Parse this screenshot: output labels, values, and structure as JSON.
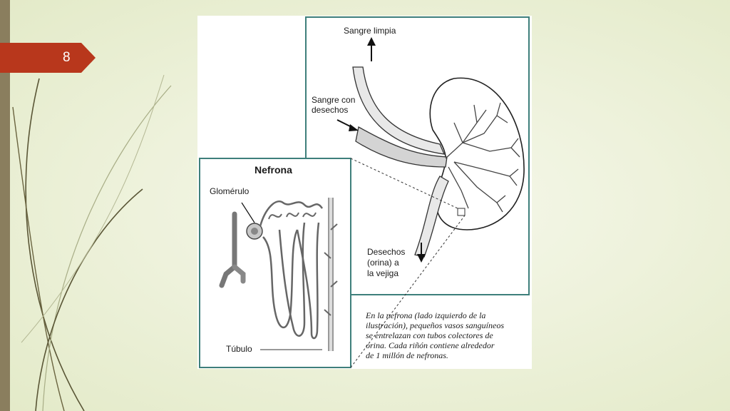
{
  "slide": {
    "page_number": "8",
    "colors": {
      "badge": "#b8371c",
      "sidebar": "#8a7e5e",
      "frame": "#3e7f7b"
    }
  },
  "figure": {
    "kidney_panel": {
      "labels": {
        "clean_blood": "Sangre limpia",
        "dirty_blood_line1": "Sangre con",
        "dirty_blood_line2": "desechos",
        "waste_line1": "Desechos",
        "waste_line2": "(orina) a",
        "waste_line3": "la vejiga"
      }
    },
    "nephron_panel": {
      "title": "Nefrona",
      "glomerulus_label": "Glomérulo",
      "tubule_label": "Túbulo"
    },
    "caption_lines": [
      "En la nefrona (lado izquierdo de la",
      "ilustración), pequeños vasos sanguíneos",
      "se entrelazan con tubos colectores de",
      "orina.  Cada riñón contiene alrededor",
      "de 1 millón de nefronas."
    ]
  }
}
